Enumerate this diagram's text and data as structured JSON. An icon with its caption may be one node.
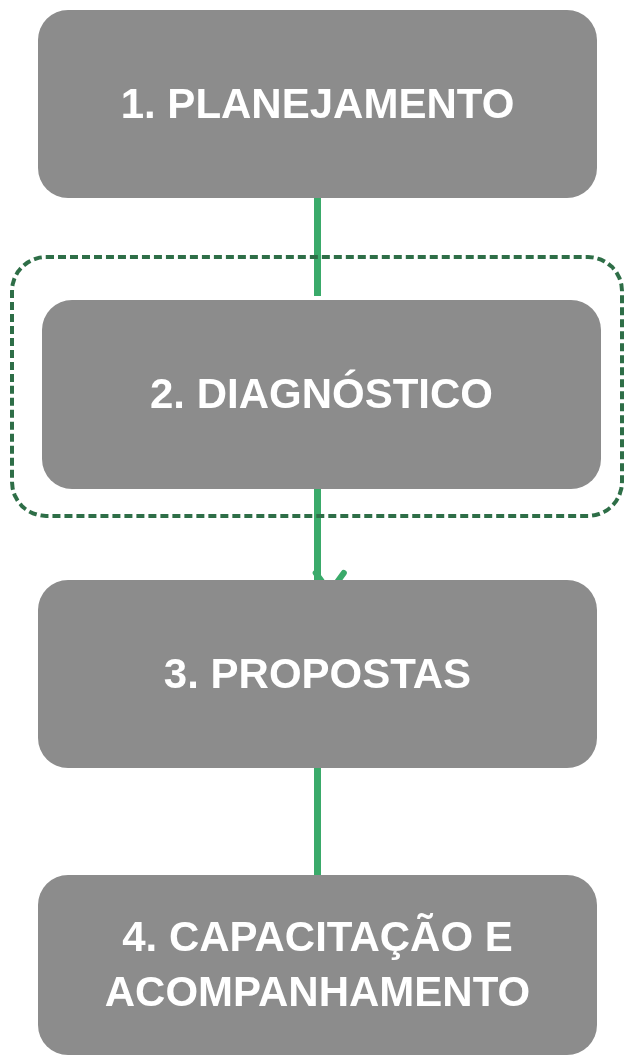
{
  "diagram": {
    "nodes": [
      {
        "text": [
          "1. PLANEJAMENTO"
        ]
      },
      {
        "text": [],
        "shape": "box"
      },
      {
        "text": [
          "2. DIAGNÓSTICO"
        ],
        "in": 1
      },
      {
        "text": [
          "3. PROPOSTAS"
        ]
      },
      {
        "text": [
          "4. CAPACITAÇÃO E ACOMPANHAMENTO"
        ]
      }
    ],
    "edges": [
      {
        "from": 0,
        "to": 2,
        "arrow": "none"
      },
      {
        "from": 2,
        "to": 3,
        "arrow": "to"
      },
      {
        "from": 3,
        "to": 4,
        "arrow": "none"
      }
    ]
  }
}
